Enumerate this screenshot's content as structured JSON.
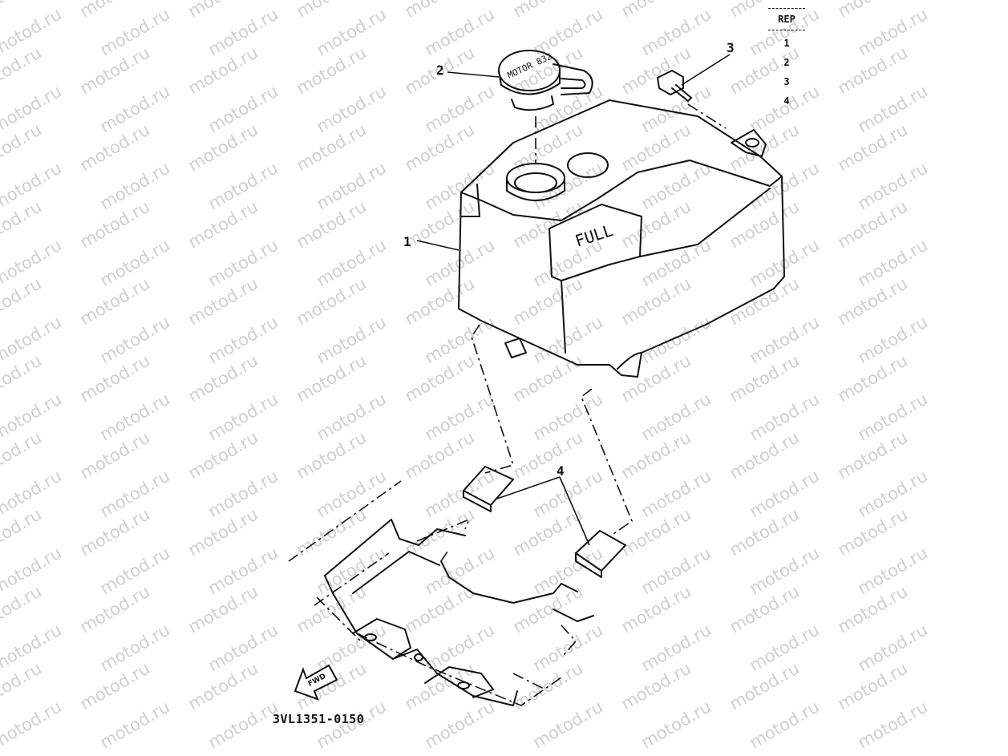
{
  "diagram": {
    "drawing_id": "3VL1351-0150",
    "tank_label": "FULL",
    "cap_label": "MOTOR 832",
    "fwd_label": "FWD",
    "callouts": [
      "1",
      "2",
      "3",
      "4"
    ],
    "watermark": "motod.ru"
  },
  "rep_table": {
    "header": "REP",
    "rows": [
      "1",
      "2",
      "3",
      "4"
    ]
  }
}
